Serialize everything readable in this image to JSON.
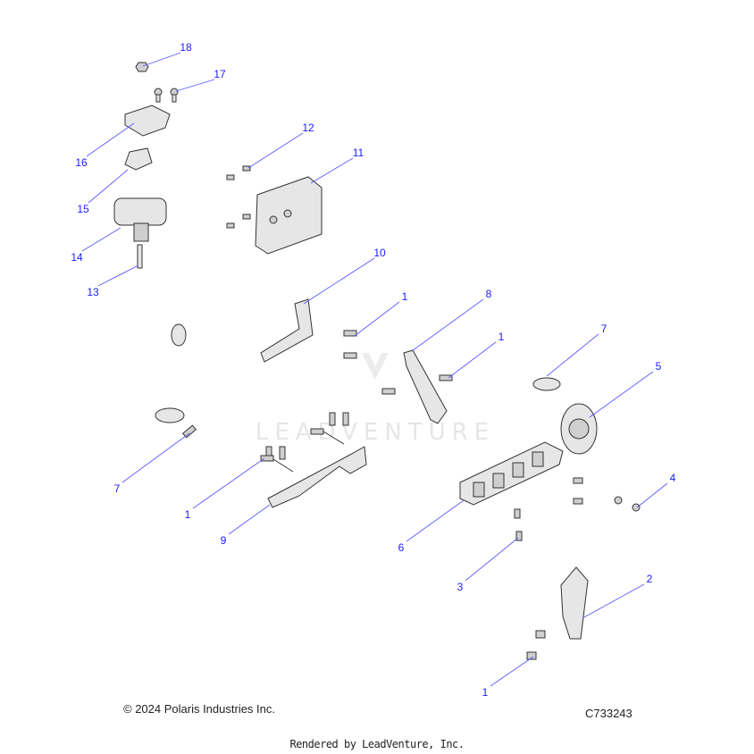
{
  "diagram": {
    "watermark": "LEADVENTURE",
    "callouts": [
      "18",
      "17",
      "16",
      "15",
      "14",
      "13",
      "12",
      "11",
      "10",
      "1",
      "8",
      "1",
      "7",
      "5",
      "7",
      "1",
      "9",
      "6",
      "4",
      "3",
      "2",
      "1"
    ]
  },
  "footer": {
    "copyright": "© 2024 Polaris Industries Inc.",
    "diagram_code": "C733243",
    "rendered_by": "Rendered by LeadVenture, Inc."
  },
  "colors": {
    "callout": "#1a1aff",
    "leader": "#5a5aff"
  }
}
